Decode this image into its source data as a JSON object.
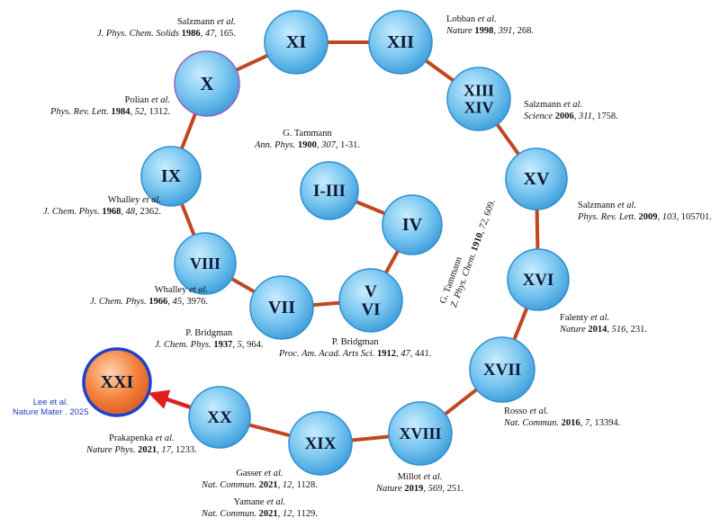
{
  "phases": [
    {
      "id": "I-III",
      "label": "I-III"
    },
    {
      "id": "IV",
      "label": "IV"
    },
    {
      "id": "V-VI",
      "label": "V\nVI"
    },
    {
      "id": "VII",
      "label": "VII"
    },
    {
      "id": "VIII",
      "label": "VIII"
    },
    {
      "id": "IX",
      "label": "IX"
    },
    {
      "id": "X",
      "label": "X"
    },
    {
      "id": "XI",
      "label": "XI"
    },
    {
      "id": "XII",
      "label": "XII"
    },
    {
      "id": "XIII-XIV",
      "label": "XIII\nXIV"
    },
    {
      "id": "XV",
      "label": "XV"
    },
    {
      "id": "XVI",
      "label": "XVI"
    },
    {
      "id": "XVII",
      "label": "XVII"
    },
    {
      "id": "XVIII",
      "label": "XVIII"
    },
    {
      "id": "XIX",
      "label": "XIX"
    },
    {
      "id": "XX",
      "label": "XX"
    },
    {
      "id": "XXI",
      "label": "XXI"
    }
  ],
  "refs": {
    "tammann1900": {
      "author": "G. Tammann",
      "journal": "Ann. Phys.",
      "year": "1900",
      "vol": "307",
      "rest": ", 1-31."
    },
    "tammann1910": {
      "author": "G. Tammann",
      "journal": "Z. Phys. Chem.",
      "year": "1910",
      "vol": "72",
      "rest": ", 609."
    },
    "bridgman1912": {
      "author": "P. Bridgman",
      "journal": "Proc. Am. Acad. Arts Sci.",
      "year": "1912",
      "vol": "47",
      "rest": ", 441."
    },
    "bridgman1937": {
      "author": "P. Bridgman",
      "journal": "J. Chem. Phys.",
      "year": "1937",
      "vol": "5",
      "rest": ", 964."
    },
    "whalley1966": {
      "author": "Whalley",
      "etal": "et al.",
      "journal": "J. Chem. Phys.",
      "year": "1966",
      "vol": "45",
      "rest": ", 3976."
    },
    "whalley1968": {
      "author": "Whalley",
      "etal": "et al.",
      "journal": "J. Chem. Phys.",
      "year": "1968",
      "vol": "48",
      "rest": ", 2362."
    },
    "polian1984": {
      "author": "Polian",
      "etal": "et al.",
      "journal": "Phys. Rev. Lett.",
      "year": "1984",
      "vol": "52",
      "rest": ", 1312."
    },
    "salzmann1986": {
      "author": "Salzmann",
      "etal": "et al.",
      "journal": "J. Phys. Chem. Solids",
      "year": "1986",
      "vol": "47",
      "rest": ", 165."
    },
    "lobban1998": {
      "author": "Lobban",
      "etal": "et al.",
      "journal": "Nature",
      "year": "1998",
      "vol": "391",
      "rest": ", 268."
    },
    "salzmann2006": {
      "author": "Salzmann",
      "etal": "et al.",
      "journal": "Science",
      "year": "2006",
      "vol": "311",
      "rest": ", 1758."
    },
    "salzmann2009": {
      "author": "Salzmann",
      "etal": "et al.",
      "journal": "Phys. Rev. Lett.",
      "year": "2009",
      "vol": "103",
      "rest": ", 105701."
    },
    "falenty2014": {
      "author": "Falenty",
      "etal": "et al.",
      "journal": "Nature",
      "year": "2014",
      "vol": "516",
      "rest": ", 231."
    },
    "rosso2016": {
      "author": "Rosso",
      "etal": "et al.",
      "journal": "Nat. Commun.",
      "year": "2016",
      "vol": "7",
      "rest": ", 13394."
    },
    "millot2019": {
      "author": "Millot",
      "etal": "et al.",
      "journal": "Nature",
      "year": "2019",
      "vol": "569",
      "rest": ", 251."
    },
    "gasser2021": {
      "author": "Gasser",
      "etal": "et al.",
      "journal": "Nat. Commun.",
      "year": "2021",
      "vol": "12",
      "rest": ", 1128."
    },
    "yamane2021": {
      "author": "Yamane",
      "etal": "et al.",
      "journal": "Nat. Commun.",
      "year": "2021",
      "vol": "12",
      "rest": ", 1129."
    },
    "prakapenka2021": {
      "author": "Prakapenka",
      "etal": "et al.",
      "journal": "Nature Phys.",
      "year": "2021",
      "vol": "17",
      "rest": ", 1233."
    },
    "lee2025": {
      "line1": "Lee et al.",
      "line2": "Nature Mater . 2025"
    }
  },
  "colors": {
    "bubble": "#6fc3ef",
    "bubble_edge": "#2f8fd0",
    "path": "#c0471f",
    "arrow": "#e02020",
    "new_phase": "#f07a3a",
    "new_phase_edge": "#1f3fcf"
  }
}
